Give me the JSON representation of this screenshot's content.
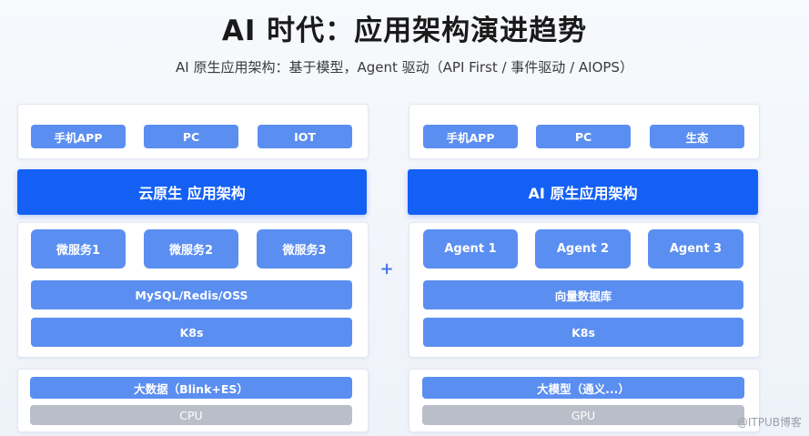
{
  "title": "AI 时代：应用架构演进趋势",
  "subtitle": "AI 原生应用架构：基于模型，Agent 驱动（API First / 事件驱动 / AIOPS）",
  "left": {
    "clients": [
      "手机APP",
      "PC",
      "IOT"
    ],
    "banner": "云原生 应用架构",
    "services": [
      "微服务1",
      "微服务2",
      "微服务3"
    ],
    "storage": "MySQL/Redis/OSS",
    "k8s": "K8s",
    "data": "大数据（Blink+ES）",
    "compute": "CPU"
  },
  "connector": "+",
  "right": {
    "clients": [
      "手机APP",
      "PC",
      "生态"
    ],
    "banner": "AI 原生应用架构",
    "agents": [
      "Agent 1",
      "Agent 2",
      "Agent 3"
    ],
    "storage": "向量数据库",
    "k8s": "K8s",
    "model": "大模型（通义...）",
    "compute": "GPU"
  },
  "watermark": "@ITPUB博客",
  "colors": {
    "banner": "#1460f5",
    "chip": "#5b8ef1",
    "compute": "#b9bec8"
  }
}
